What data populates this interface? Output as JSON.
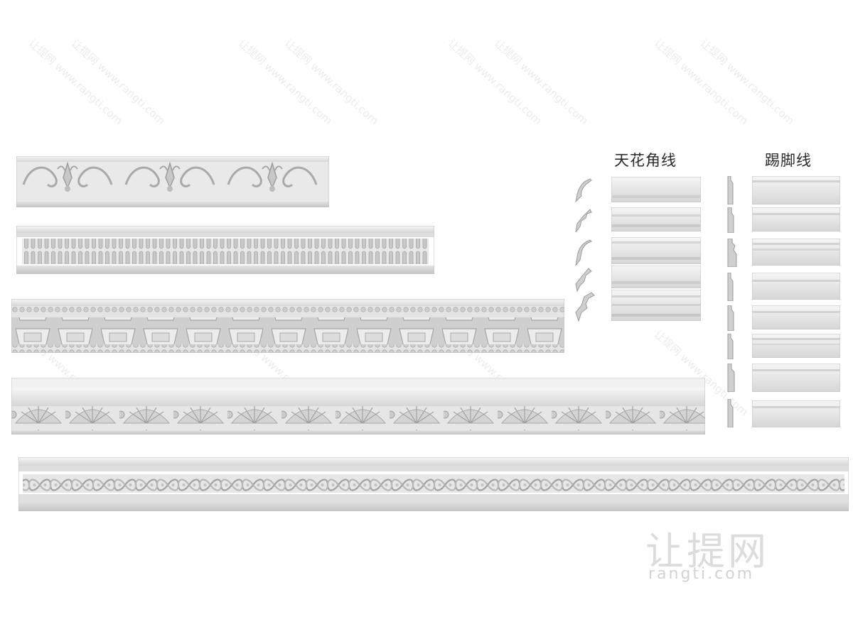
{
  "labels": {
    "ceiling": "天花角线",
    "baseboard": "踢脚线"
  },
  "watermark": {
    "cn": "让提网",
    "en": "rangti.com",
    "diag": "让提网 www.rangti.com"
  },
  "moldings": {
    "large_count": 5,
    "ceiling_count": 5,
    "baseboard_count": 8
  },
  "colors": {
    "background": "#ffffff",
    "plaster_light": "#eeeeee",
    "plaster_mid": "#d8d8d8",
    "plaster_dark": "#b9b9b9"
  }
}
